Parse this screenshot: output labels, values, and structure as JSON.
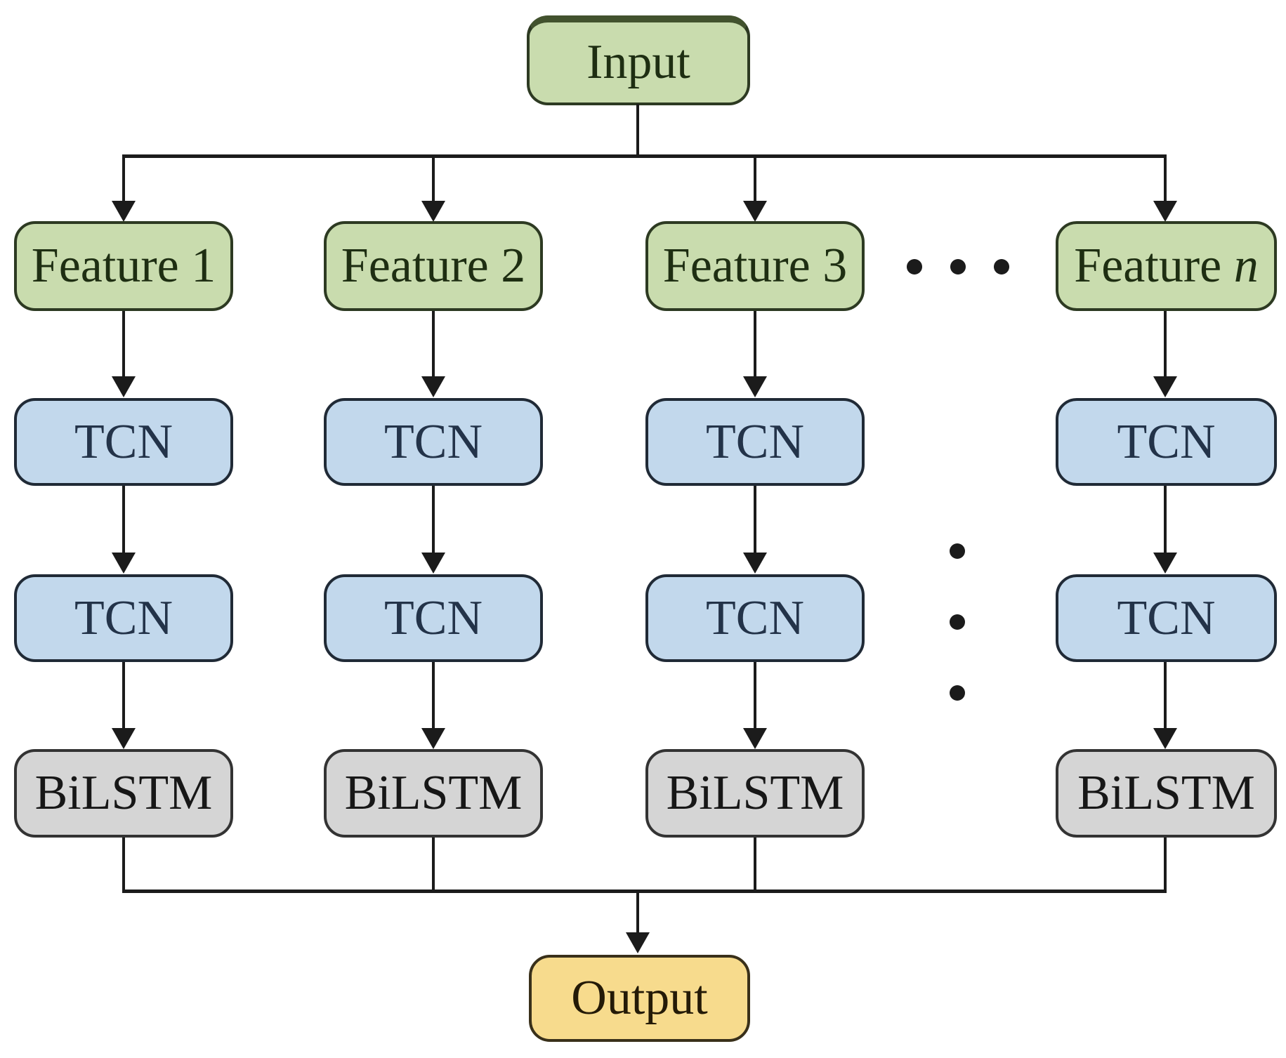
{
  "diagram": {
    "nodes": {
      "input": "Input",
      "output": "Output",
      "columns": [
        {
          "feature": "Feature 1",
          "tcn_top": "TCN",
          "tcn_bottom": "TCN",
          "bilstm": "BiLSTM"
        },
        {
          "feature": "Feature 2",
          "tcn_top": "TCN",
          "tcn_bottom": "TCN",
          "bilstm": "BiLSTM"
        },
        {
          "feature": "Feature 3",
          "tcn_top": "TCN",
          "tcn_bottom": "TCN",
          "bilstm": "BiLSTM"
        },
        {
          "feature_prefix": "Feature ",
          "feature_var": "n",
          "tcn_top": "TCN",
          "tcn_bottom": "TCN",
          "bilstm": "BiLSTM"
        }
      ],
      "ellipsis": {
        "horizontal_dot_count": 3,
        "vertical_dot_count": 3
      }
    },
    "colors": {
      "feature_fill": "#c9dcae",
      "feature_border": "#2d3a22",
      "feature_text": "#1e2e12",
      "input_top_band": "#42522e",
      "tcn_fill": "#c2d8ec",
      "tcn_border": "#202a36",
      "tcn_text": "#233349",
      "bilstm_fill": "#d5d5d5",
      "bilstm_border": "#333333",
      "bilstm_text": "#171717",
      "output_fill": "#f7db8d",
      "output_border": "#39301a",
      "output_text": "#241a07",
      "line": "#1b1b1b"
    }
  }
}
